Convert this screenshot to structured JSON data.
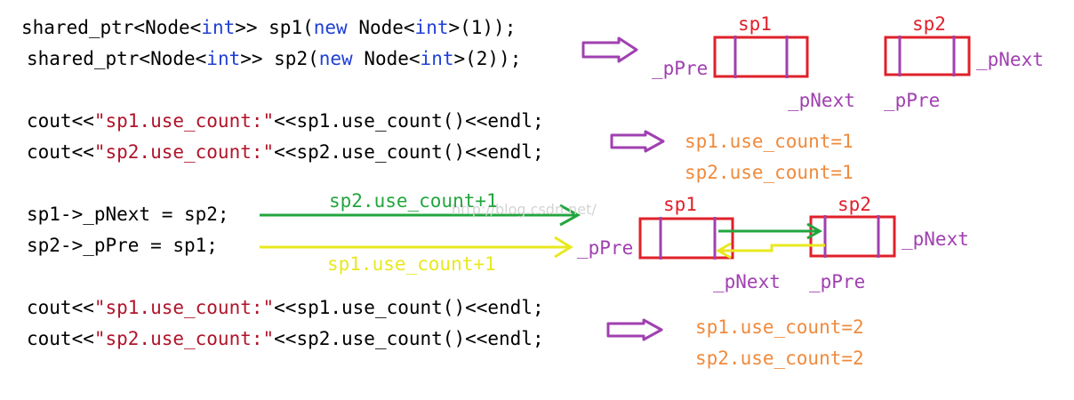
{
  "code": {
    "block1": {
      "line1": {
        "p1": "shared_ptr<Node<",
        "k1": "int",
        "p2": ">> sp1(",
        "k2": "new",
        "p3": " Node<",
        "k3": "int",
        "p4": ">(1));"
      },
      "line2": {
        "p1": "shared_ptr<Node<",
        "k1": "int",
        "p2": ">> sp2(",
        "k2": "new",
        "p3": " Node<",
        "k3": "int",
        "p4": ">(2));"
      }
    },
    "block2": {
      "line1": {
        "p1": "cout<<",
        "s1": "\"sp1.use_count:\"",
        "p2": "<<sp1.use_count()<<endl;"
      },
      "line2": {
        "p1": "cout<<",
        "s1": "\"sp2.use_count:\"",
        "p2": "<<sp2.use_count()<<endl;"
      }
    },
    "block3": {
      "line1": "sp1->_pNext = sp2;",
      "line2": "sp2->_pPre = sp1;"
    },
    "block4": {
      "line1": {
        "p1": "cout<<",
        "s1": "\"sp1.use_count:\"",
        "p2": "<<sp1.use_count()<<endl;"
      },
      "line2": {
        "p1": "cout<<",
        "s1": "\"sp2.use_count:\"",
        "p2": "<<sp2.use_count()<<endl;"
      }
    }
  },
  "diagram1": {
    "sp1_label": "sp1",
    "sp2_label": "sp2",
    "ppre_left": "_pPre",
    "pnext_right": "_pNext",
    "pnext_below": "_pNext",
    "ppre_below": "_pPre"
  },
  "result1": {
    "line1": "sp1.use_count=1",
    "line2": "sp2.use_count=1"
  },
  "arrows": {
    "green_label": "sp2.use_count+1",
    "yellow_label": "sp1.use_count+1"
  },
  "diagram2": {
    "sp1_label": "sp1",
    "sp2_label": "sp2",
    "ppre_left": "_pPre",
    "pnext_right": "_pNext",
    "pnext_below": "_pNext",
    "ppre_below": "_pPre"
  },
  "result2": {
    "line1": "sp1.use_count=2",
    "line2": "sp2.use_count=2"
  },
  "watermark": "http://blog.csdn.net/",
  "colors": {
    "keyword": "#1f3fd6",
    "string": "#b0142a",
    "annotation": "#a040b0",
    "result": "#f08a3c",
    "node_box": "#e0202a",
    "node_divider": "#a040b0",
    "green_arrow": "#22a63e",
    "yellow_arrow": "#e8e820"
  }
}
